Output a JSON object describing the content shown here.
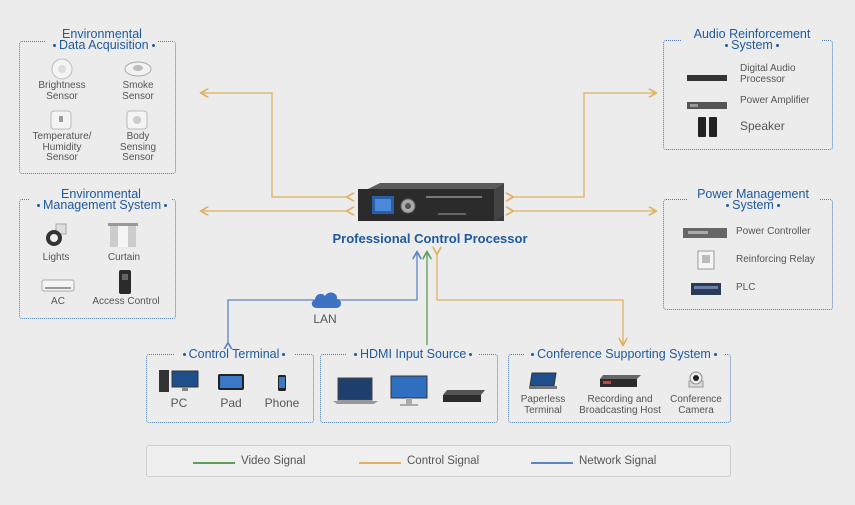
{
  "center": {
    "label": "Professional Control Processor"
  },
  "lan_label": "LAN",
  "env_data": {
    "title_line1": "Environmental",
    "title_line2": "Data Acquisition",
    "items": [
      "Brightness\nSensor",
      "Smoke\nSensor",
      "Temperature/\nHumidity\nSensor",
      "Body\nSensing\nSensor"
    ]
  },
  "env_mgmt": {
    "title_line1": "Environmental",
    "title_line2": "Management System",
    "items": [
      "Lights",
      "Curtain",
      "AC",
      "Access Control"
    ]
  },
  "audio": {
    "title_line1": "Audio Reinforcement",
    "title_line2": "System",
    "items": [
      "Digital Audio\nProcessor",
      "Power Amplifier",
      "Speaker"
    ]
  },
  "power": {
    "title_line1": "Power Management",
    "title_line2": "System",
    "items": [
      "Power Controller",
      "Reinforcing Relay",
      "PLC"
    ]
  },
  "control_terminal": {
    "title": "Control Terminal",
    "items": [
      "PC",
      "Pad",
      "Phone"
    ]
  },
  "hdmi": {
    "title": "HDMI Input Source"
  },
  "conference": {
    "title": "Conference Supporting System",
    "items": [
      "Paperless\nTerminal",
      "Recording and\nBroadcasting Host",
      "Conference\nCamera"
    ]
  },
  "legend": [
    {
      "label": "Video Signal",
      "color": "#5aa05a"
    },
    {
      "label": "Control Signal",
      "color": "#e0b060"
    },
    {
      "label": "Network Signal",
      "color": "#5b86c0"
    }
  ],
  "colors": {
    "box_border": "#4a7fb8",
    "title": "#1f5aa0",
    "control": "#e0b060",
    "network": "#5b86c0",
    "video": "#5aa05a"
  }
}
